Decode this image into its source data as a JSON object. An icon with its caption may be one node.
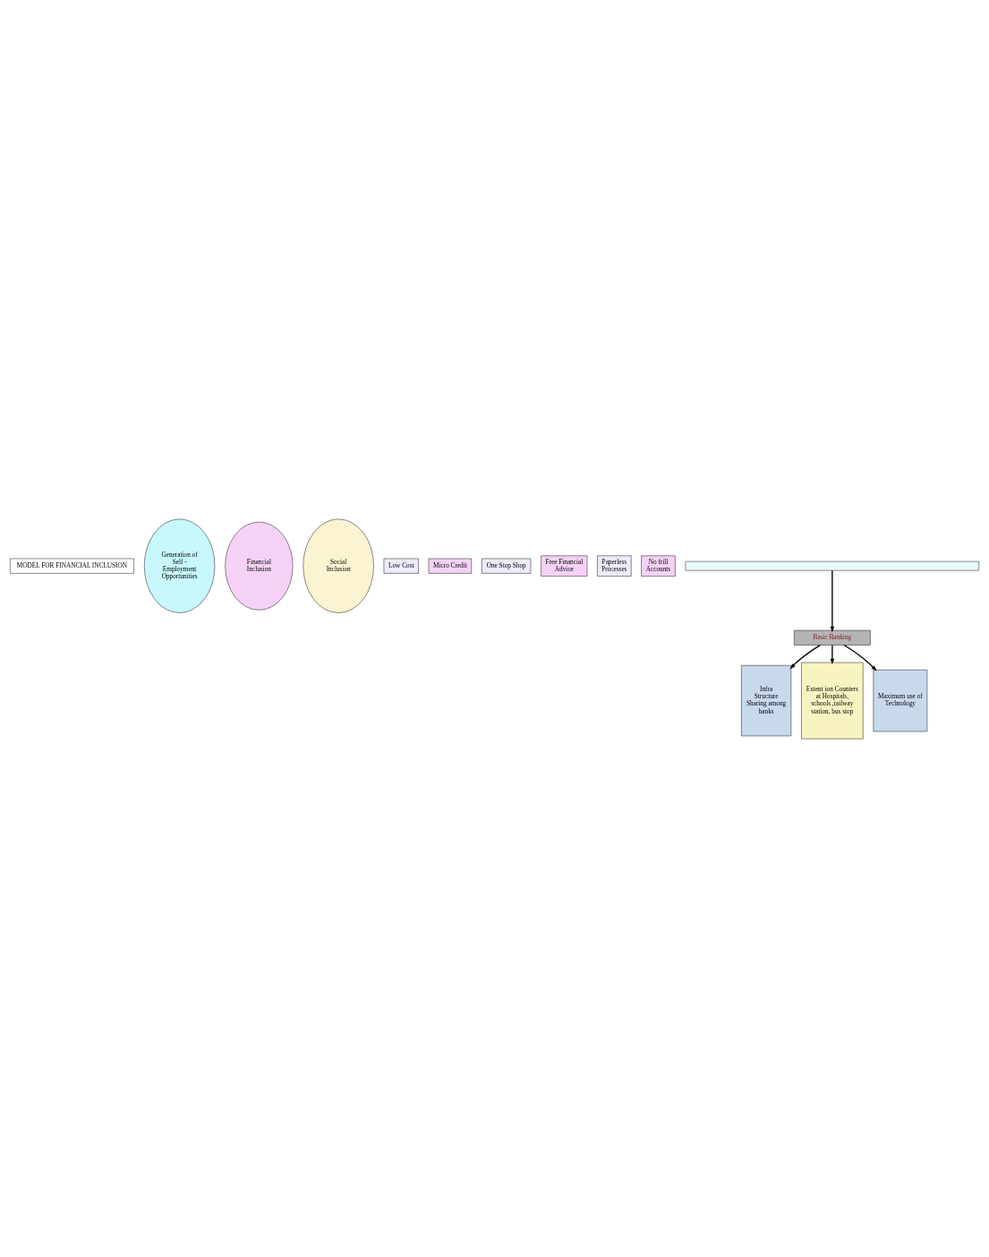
{
  "diagram": {
    "nodes": [
      {
        "text": [
          "MODEL FOR FINANCIAL INCLUSION"
        ]
      },
      {
        "text": [
          "Generation of Self - Employment Opportunities"
        ]
      },
      {
        "text": [
          "Financial Inclusion"
        ]
      },
      {
        "text": [
          "Social Inclusion"
        ]
      },
      {
        "text": [
          "Low Cost"
        ]
      },
      {
        "text": [
          "Micro Credit"
        ]
      },
      {
        "text": [
          "One Stop Shop"
        ]
      },
      {
        "text": [
          "Free Financial Advice"
        ]
      },
      {
        "text": [
          "Paperless Processes"
        ]
      },
      {
        "text": [
          "No frill Accounts"
        ]
      },
      {
        "text": [
          "Infra Structure Sharing among banks"
        ]
      },
      {
        "text": [
          "Extent ion Counters at Hospitals, schools ,railway station, bus stop"
        ]
      },
      {
        "text": [
          "Maximum use of Technology"
        ]
      },
      {
        "text": [
          "Basic Banking"
        ]
      },
      {
        "text": [],
        "shape": "box"
      }
    ],
    "edges": [
      {
        "from": 13,
        "to": 10,
        "arrow": "to"
      },
      {
        "from": 13,
        "to": 11,
        "arrow": "to"
      },
      {
        "from": 13,
        "to": 12,
        "arrow": "to"
      },
      {
        "from": 14,
        "to": 13,
        "arrow": "to"
      }
    ]
  }
}
